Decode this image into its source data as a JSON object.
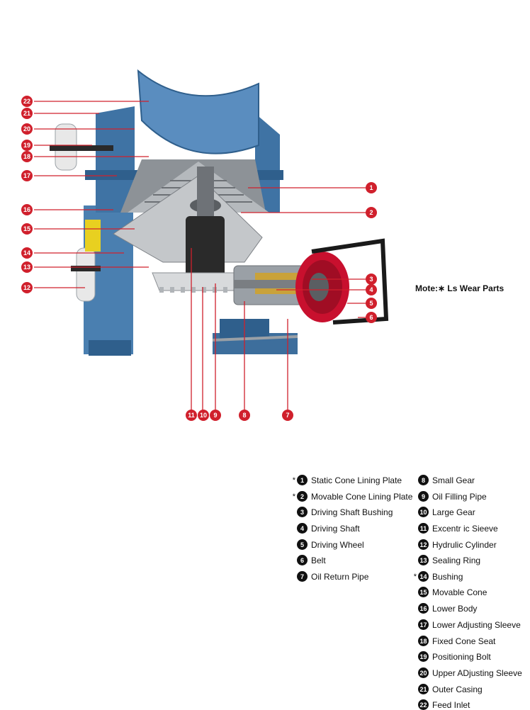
{
  "legend": [
    {
      "n": "1",
      "star": "*",
      "label": "Static Cone Lining Plate"
    },
    {
      "n": "2",
      "star": "*",
      "label": "Movable Cone Lining Plate"
    },
    {
      "n": "3",
      "star": "",
      "label": "Driving Shaft Bushing"
    },
    {
      "n": "4",
      "star": "",
      "label": "Driving Shaft"
    },
    {
      "n": "5",
      "star": "",
      "label": "Driving Wheel"
    },
    {
      "n": "6",
      "star": "",
      "label": "Belt"
    },
    {
      "n": "7",
      "star": "",
      "label": "Oil Return Pipe"
    },
    {
      "n": "8",
      "star": "",
      "label": "Small Gear"
    },
    {
      "n": "9",
      "star": "",
      "label": "Oil Filling Pipe"
    },
    {
      "n": "10",
      "star": "",
      "label": "Large Gear"
    },
    {
      "n": "11",
      "star": "",
      "label": "Excentr ic Sieeve"
    },
    {
      "n": "12",
      "star": "",
      "label": "Hydrulic Cylinder"
    },
    {
      "n": "13",
      "star": "",
      "label": "Sealing Ring"
    },
    {
      "n": "14",
      "star": "*",
      "label": "Bushing"
    },
    {
      "n": "15",
      "star": "",
      "label": " Movable Cone"
    },
    {
      "n": "16",
      "star": "",
      "label": "Lower Body"
    },
    {
      "n": "17",
      "star": "",
      "label": "Lower Adjusting Sleeve"
    },
    {
      "n": "18",
      "star": "",
      "label": "Fixed Cone Seat"
    },
    {
      "n": "19",
      "star": "",
      "label": "Positioning Bolt"
    },
    {
      "n": "20",
      "star": "",
      "label": "Upper ADjusting Sleeve"
    },
    {
      "n": "21",
      "star": "",
      "label": "Outer Casing"
    },
    {
      "n": "22",
      "star": "",
      "label": "Feed Inlet"
    }
  ],
  "note": "Mote:∗ Ls Wear Parts",
  "callouts": {
    "c1": "1",
    "c2": "2",
    "c3": "3",
    "c4": "4",
    "c5": "5",
    "c6": "6",
    "c7": "7",
    "c8": "8",
    "c9": "9",
    "c10": "10",
    "c11": "11",
    "c12": "12",
    "c13": "13",
    "c14": "14",
    "c15": "15",
    "c16": "16",
    "c17": "17",
    "c18": "18",
    "c19": "19",
    "c20": "20",
    "c21": "21",
    "c22": "22"
  },
  "colors": {
    "casing": "#4a7fb0",
    "casing_dark": "#2f5f8c",
    "liner": "#9aa0a6",
    "steel": "#b8bcc0",
    "dark": "#2a2a2a",
    "gold": "#c9a23a",
    "wheel": "#c8102e",
    "callout": "#d0202c",
    "cylinder": "#e8e8e8",
    "yellow": "#e8d020"
  }
}
